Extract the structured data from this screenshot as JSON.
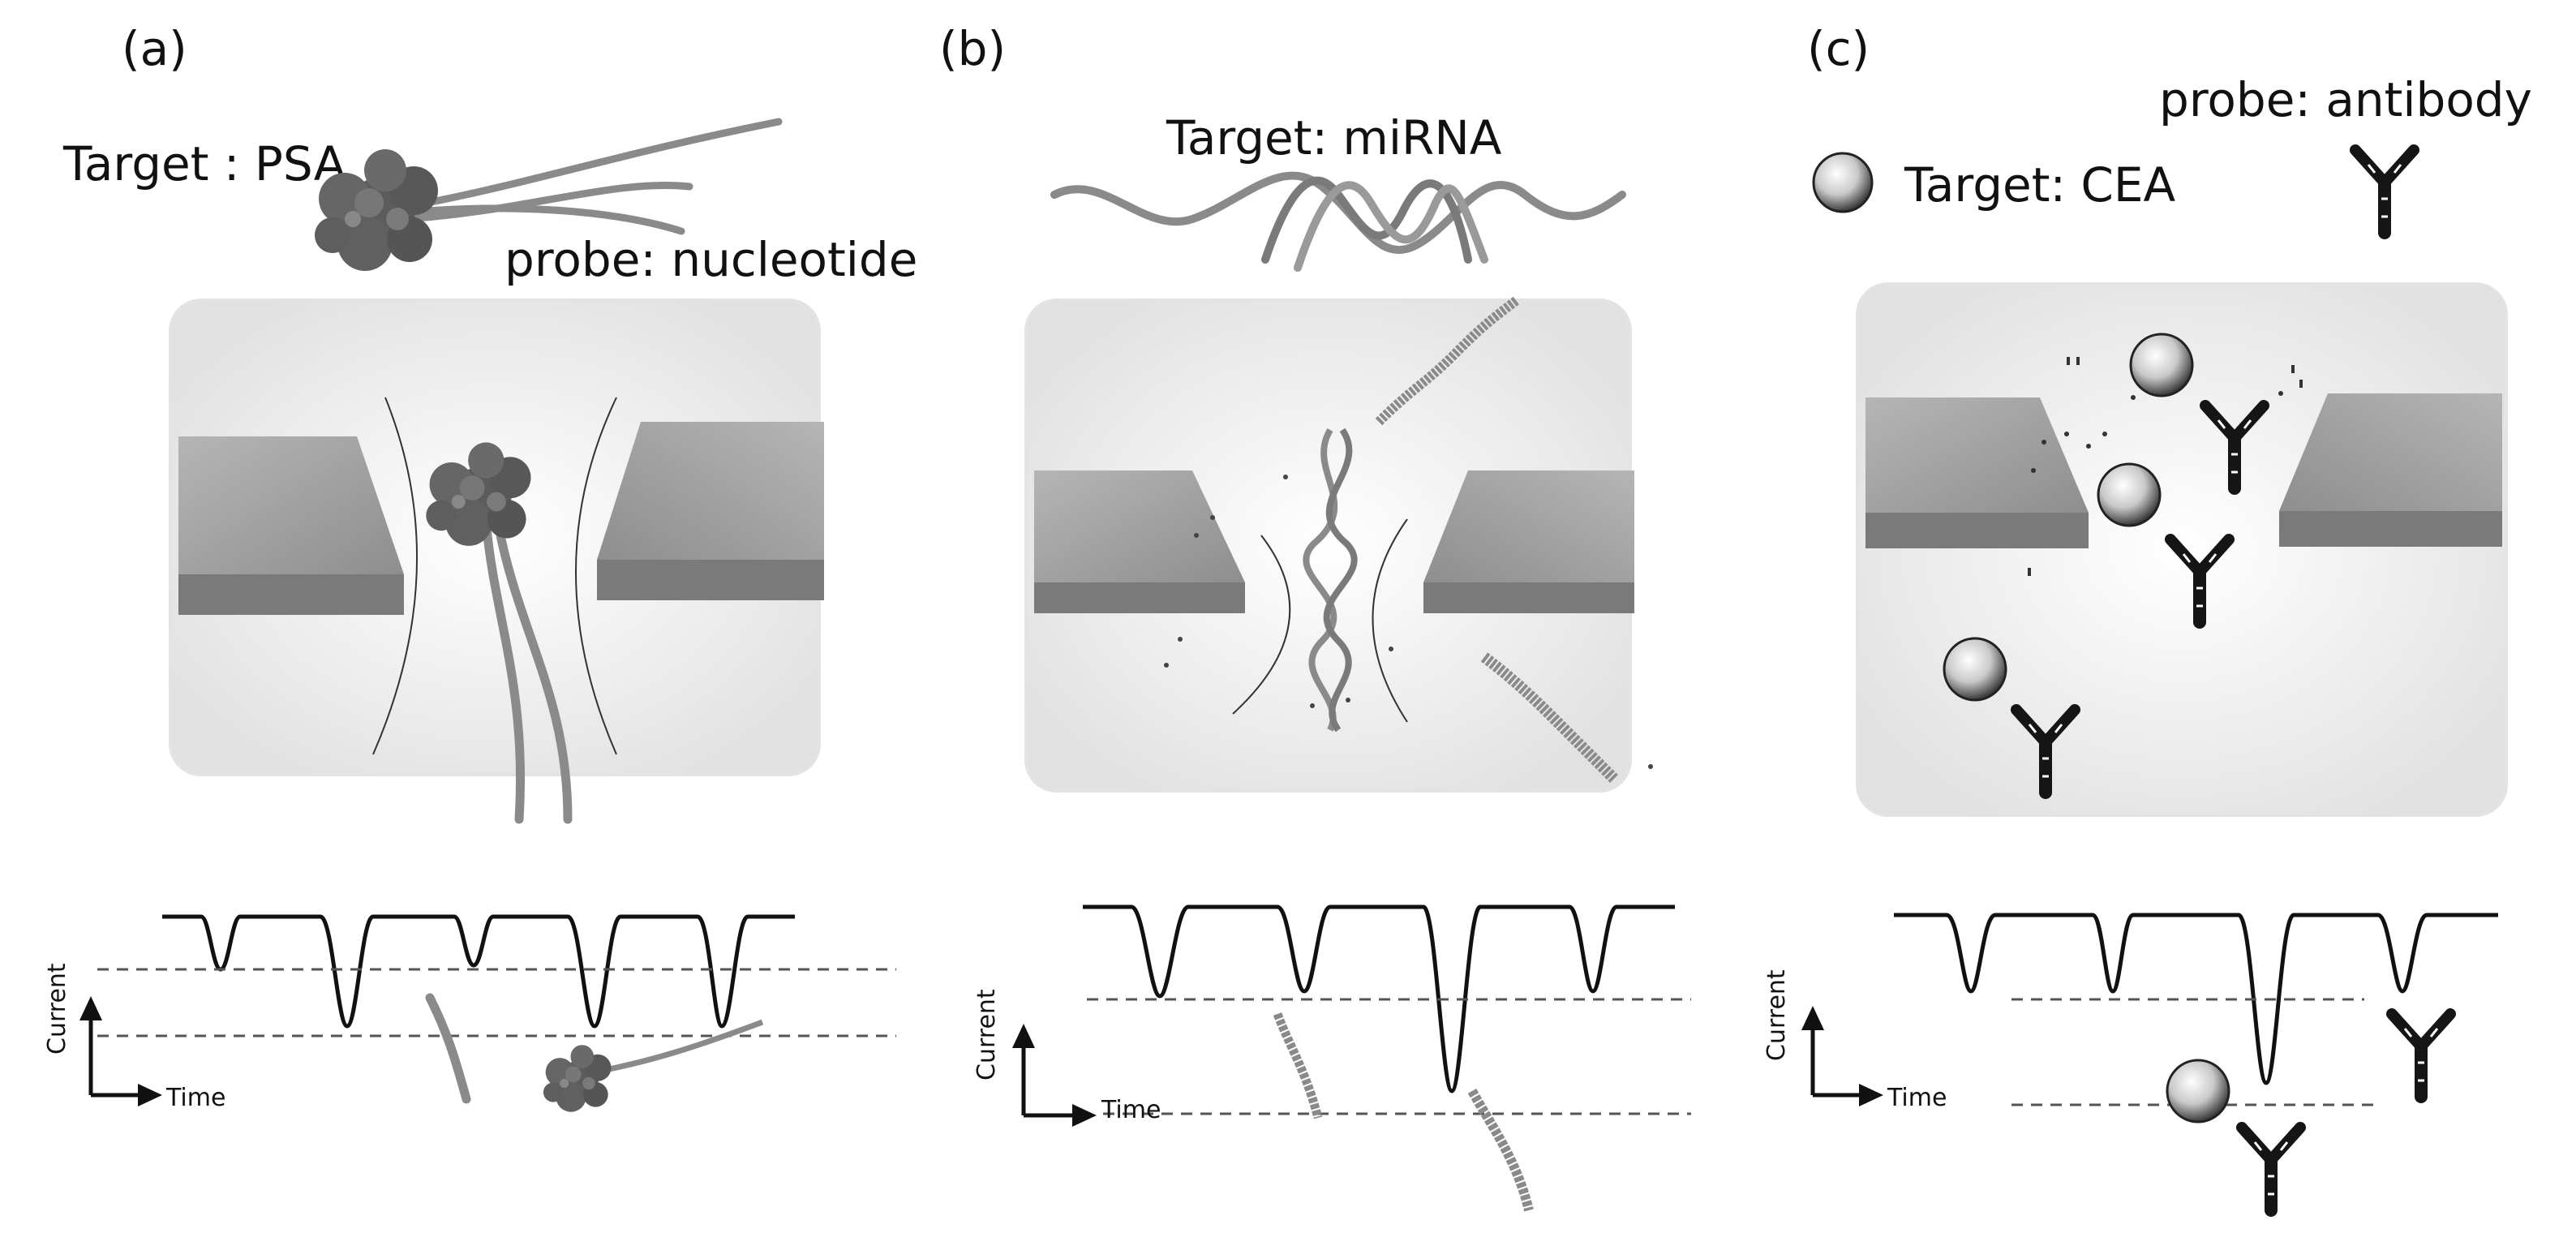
{
  "panels": [
    {
      "label": "(a)",
      "target": "Target : PSA",
      "probe": "probe: nucleotide",
      "axis_y": "Current",
      "axis_x": "Time"
    },
    {
      "label": "(b)",
      "target": "Target: miRNA",
      "axis_y": "Current",
      "axis_x": "Time"
    },
    {
      "label": "(c)",
      "target": "Target: CEA",
      "probe": "probe: antibody",
      "axis_y": "Current",
      "axis_x": "Time"
    }
  ],
  "colors": {
    "membrane_top": "#a3a3a3",
    "membrane_bottom": "#7a7a7a",
    "strand": "#8a8a8a",
    "protein": "#5a5a5a",
    "trace": "#111111",
    "chamber_edge": "#e3e3e3"
  }
}
